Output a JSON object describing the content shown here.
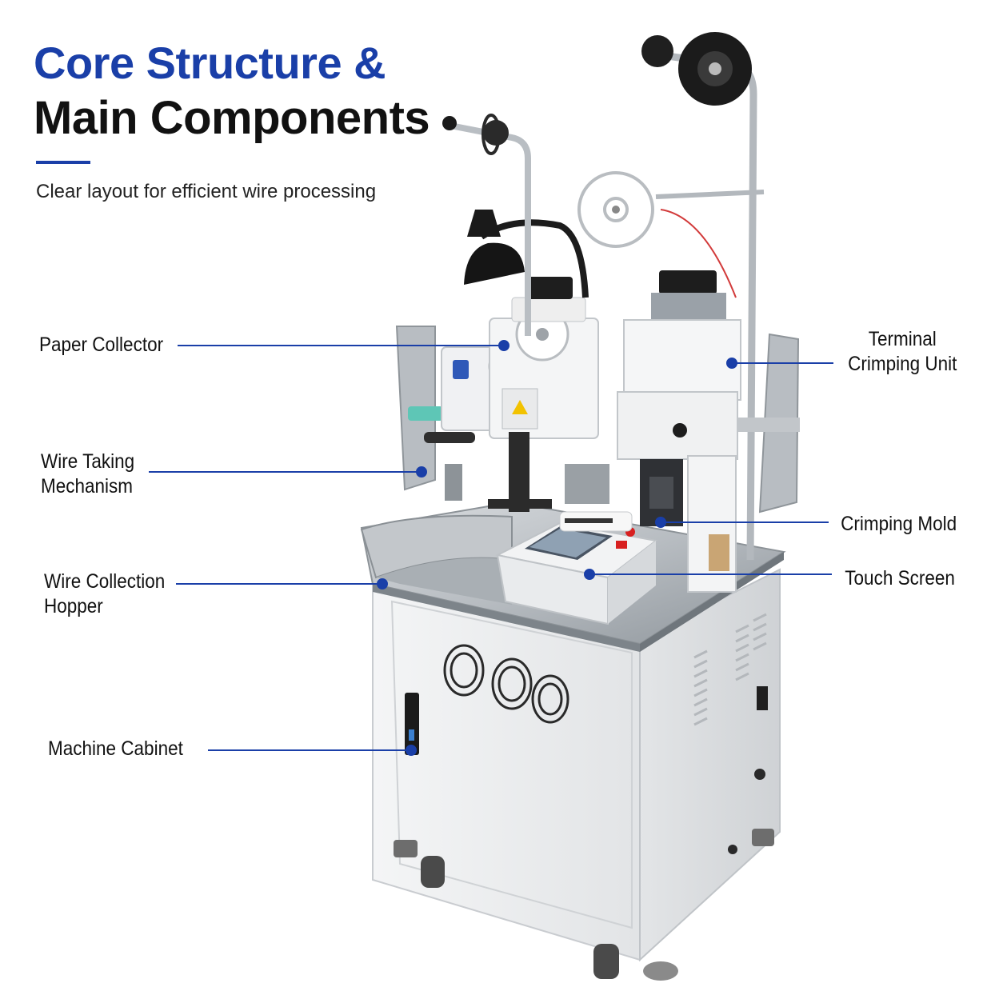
{
  "header": {
    "title_line1": "Core Structure &",
    "title_line2": "Main Components",
    "subtitle": "Clear layout for efficient wire processing"
  },
  "colors": {
    "accent": "#1a3fa8",
    "text": "#111111",
    "leader_line": "#1a3fa8"
  },
  "callouts": {
    "paper_collector": "Paper Collector",
    "wire_taking_1": "Wire Taking",
    "wire_taking_2": "Mechanism",
    "wire_collection_1": "Wire Collection",
    "wire_collection_2": "Hopper",
    "machine_cabinet": "Machine Cabinet",
    "terminal_crimping_1": "Terminal",
    "terminal_crimping_2": "Crimping Unit",
    "crimping_mold": "Crimping Mold",
    "touch_screen": "Touch Screen"
  }
}
